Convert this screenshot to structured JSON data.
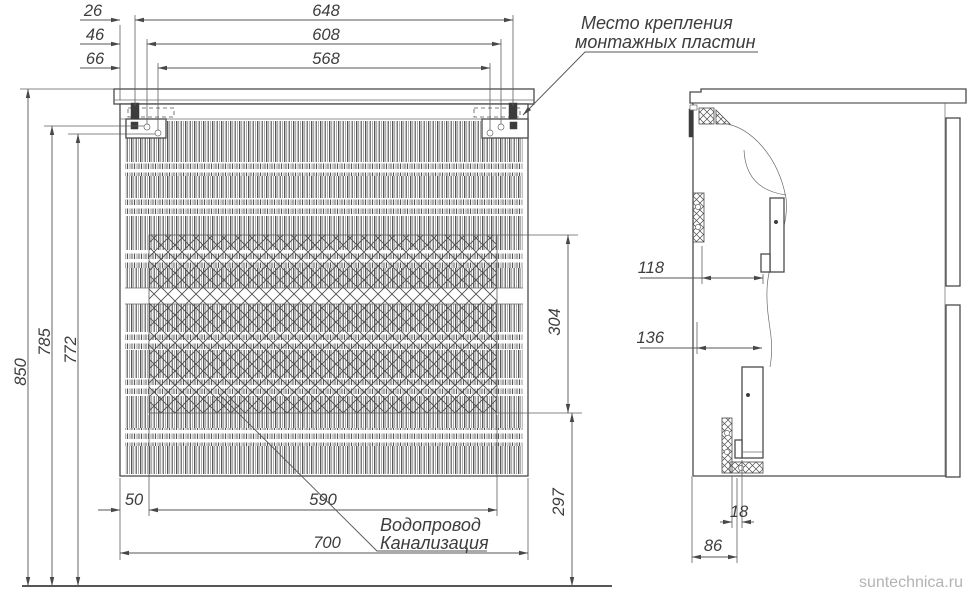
{
  "drawing": {
    "watermark": "suntechnica.ru",
    "front_view": {
      "offset_dims": {
        "d26": "26",
        "d46": "46",
        "d66": "66"
      },
      "width_dims": {
        "d648": "648",
        "d608": "608",
        "d568": "568"
      },
      "height_dims": {
        "d850": "850",
        "d785": "785",
        "d772": "772"
      },
      "right_dims": {
        "d304": "304",
        "d297": "297"
      },
      "bottom_dims": {
        "d50": "50",
        "d590": "590",
        "d700": "700"
      },
      "mounting_note_line1": "Место крепления",
      "mounting_note_line2": "монтажных пластин",
      "plumbing_note_line1": "Водопровод",
      "plumbing_note_line2": "Канализация"
    },
    "side_view": {
      "depth_dims": {
        "d118": "118",
        "d136": "136",
        "d18": "18",
        "d86": "86"
      }
    }
  }
}
